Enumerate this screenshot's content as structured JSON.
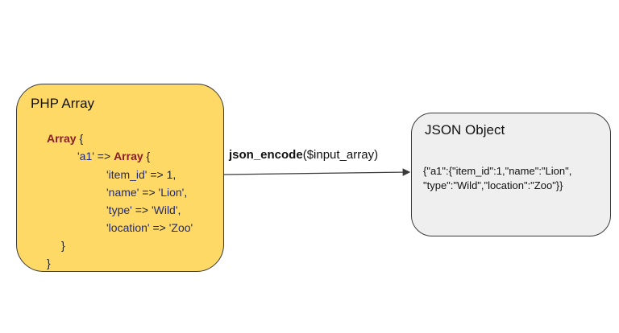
{
  "php_box": {
    "title": "PHP Array",
    "lines": [
      {
        "kw": "Array",
        "rest": " {"
      },
      {
        "str": "'a1'",
        "op": " => ",
        "kw": "Array",
        "rest": " {"
      },
      {
        "str": "'item_id'",
        "op": " => 1,"
      },
      {
        "str": "'name'",
        "op": " => ",
        "str2": "'Lion'",
        "rest": ","
      },
      {
        "str": "'type'",
        "op": " => ",
        "str2": "'Wild'",
        "rest": ","
      },
      {
        "str": "'location'",
        "op": " => ",
        "str2": "'Zoo'"
      },
      {
        "rest": "}"
      },
      {
        "rest": "}"
      }
    ]
  },
  "arrow": {
    "function_name": "json_encode",
    "function_args": "($input_array)"
  },
  "json_box": {
    "title": "JSON Object",
    "lines": [
      "{\"a1\":{\"item_id\":1,\"name\":\"Lion\",",
      "\"type\":\"Wild\",\"location\":\"Zoo\"}}"
    ]
  },
  "colors": {
    "php_box_fill": "#ffd966",
    "json_box_fill": "#efefef",
    "keyword": "#8b1c2b",
    "string": "#1f2a7a"
  }
}
